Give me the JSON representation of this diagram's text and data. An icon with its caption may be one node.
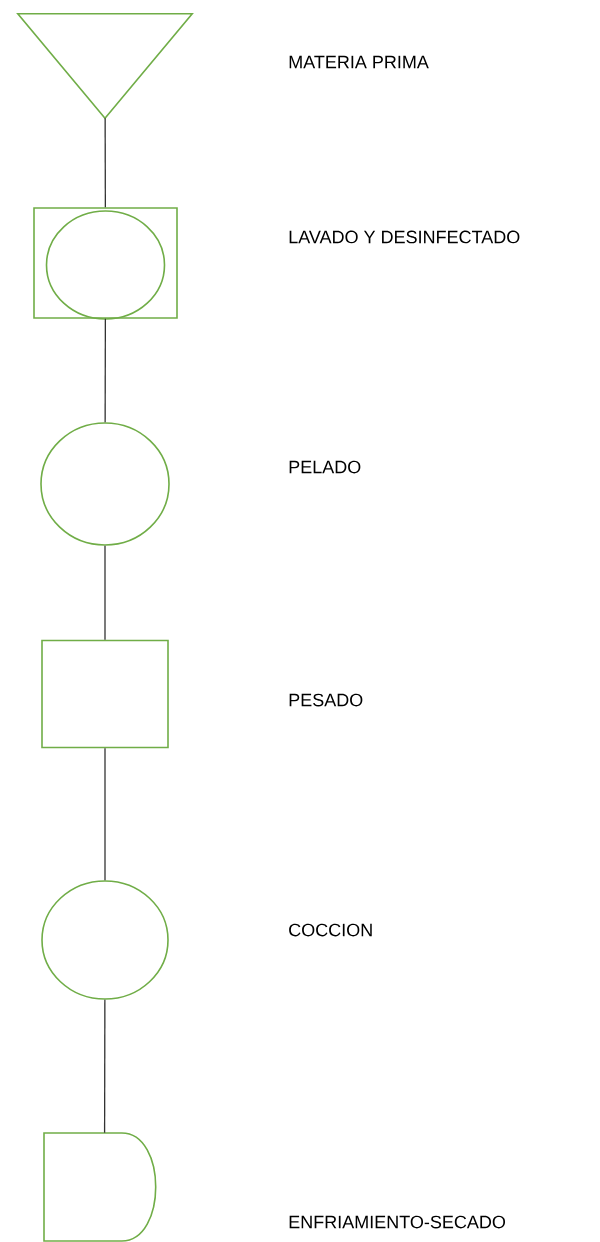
{
  "diagram": {
    "nodes": [
      {
        "text": [],
        "shape": "triangle"
      },
      {
        "text": [],
        "shape": "box"
      },
      {
        "text": [],
        "shape": "circle",
        "in": 1
      },
      {
        "text": [],
        "shape": "circle"
      },
      {
        "text": [],
        "shape": "box"
      },
      {
        "text": [],
        "shape": "circle"
      },
      {
        "text": [],
        "shape": "delay"
      }
    ],
    "edges": [
      {
        "from": 0,
        "to": 1,
        "arrow": "none"
      },
      {
        "from": 1,
        "to": 3,
        "arrow": "none"
      },
      {
        "from": 3,
        "to": 4,
        "arrow": "none"
      },
      {
        "from": 4,
        "to": 5,
        "arrow": "none"
      },
      {
        "from": 5,
        "to": 6,
        "arrow": "none"
      }
    ],
    "labels": [
      "MATERIA PRIMA",
      "LAVADO Y DESINFECTADO",
      "PELADO",
      "PESADO",
      "COCCION",
      "ENFRIAMIENTO-SECADO"
    ]
  }
}
